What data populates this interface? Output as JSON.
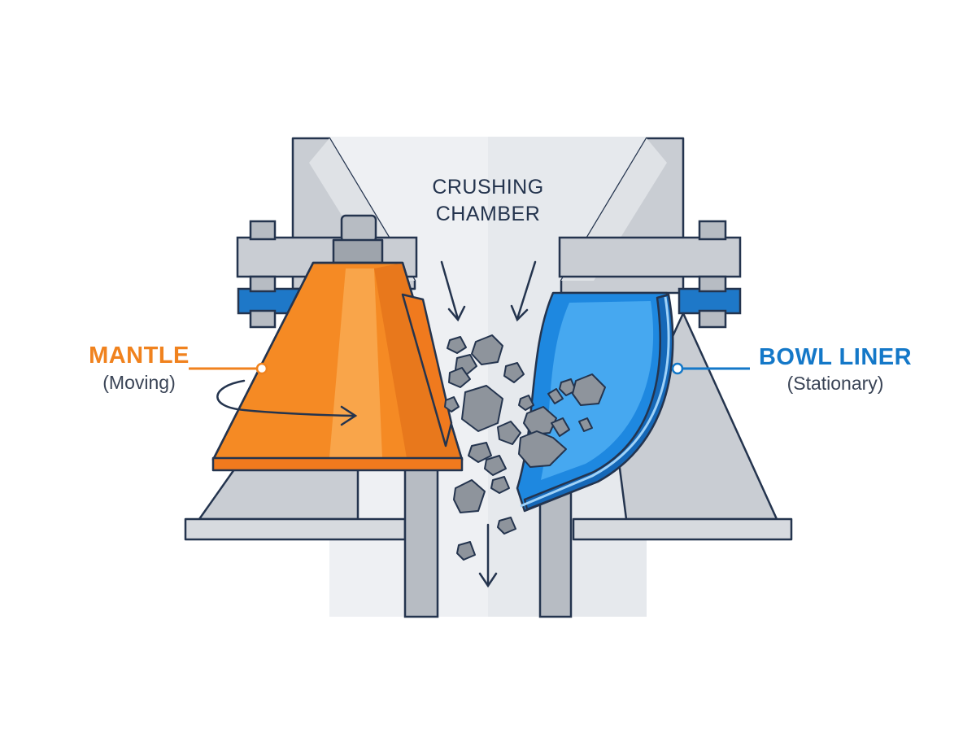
{
  "labels": {
    "chamber_line1": "CRUSHING",
    "chamber_line2": "CHAMBER",
    "mantle_title": "MANTLE",
    "mantle_sub": "(Moving)",
    "bowl_title": "BOWL LINER",
    "bowl_sub": "(Stationary)"
  },
  "colors": {
    "outline": "#24344e",
    "frame_gray": "#c9cdd3",
    "frame_light": "#e8eaee",
    "chamber_bg": "#eef0f3",
    "mantle_orange": "#f58a24",
    "mantle_light": "#f9a54a",
    "mantle_dark": "#e06e16",
    "bowl_blue": "#1e88e0",
    "bowl_light": "#46a8f0",
    "bowl_dark": "#1568b8",
    "rock_gray": "#8e949c"
  }
}
